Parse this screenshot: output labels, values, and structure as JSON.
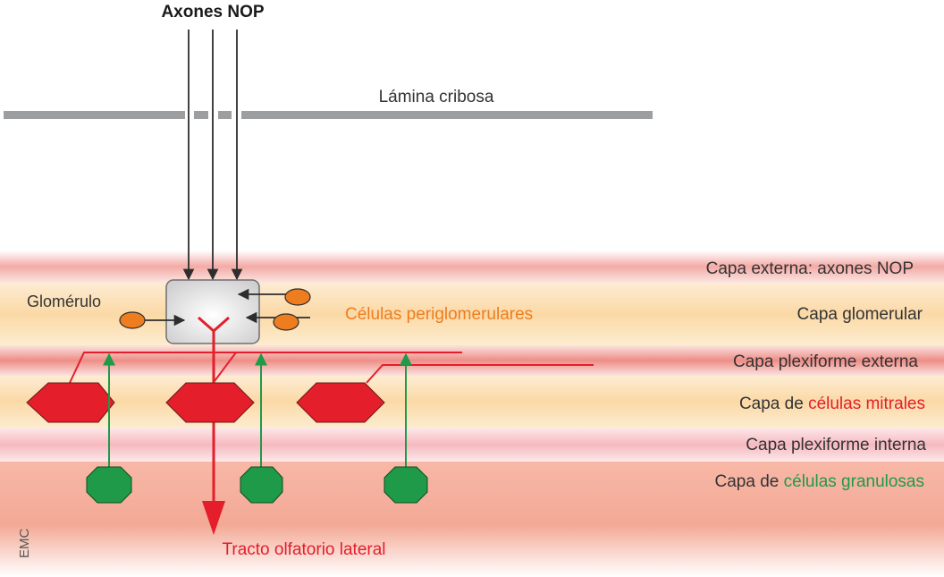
{
  "labels": {
    "axones_nop": "Axones NOP",
    "lamina_cribosa": "Lámina cribosa",
    "glomerulo": "Glomérulo",
    "celulas_periglomerulares": "Células periglomerulares",
    "tracto_olfatorio_lateral": "Tracto olfatorio lateral",
    "logo": "EMC"
  },
  "layers": {
    "capa_externa": "Capa externa: axones NOP",
    "capa_glomerular": "Capa glomerular",
    "capa_plexiforme_externa": "Capa plexiforme externa",
    "capa_mitrales_prefix": "Capa de ",
    "capa_mitrales_highlight": "células mitrales",
    "capa_plexiforme_interna": "Capa plexiforme interna",
    "capa_granulosas_prefix": "Capa de ",
    "capa_granulosas_highlight": "células granulosas"
  },
  "colors": {
    "mitral_red": "#e41e2b",
    "granule_green": "#1e9a48",
    "periglomerular_orange": "#ee7d1f",
    "lamina_gray": "#9c9ea0",
    "axon_dark": "#2d2d2d",
    "glomerulus_fill": "#dcdcdc"
  }
}
